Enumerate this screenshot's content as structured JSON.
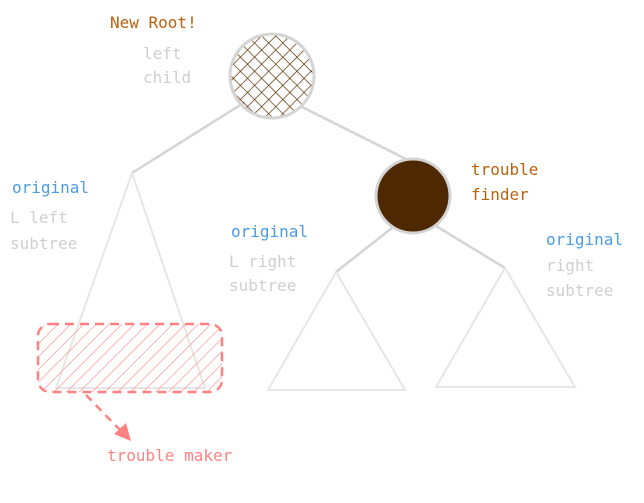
{
  "labels": {
    "new_root": "New Root!",
    "root_role_line1": "left",
    "root_role_line2": "child",
    "trouble_finder_line1": "trouble",
    "trouble_finder_line2": "finder",
    "left_original": "original",
    "left_sub_line1": "L left",
    "left_sub_line2": "subtree",
    "mid_original": "original",
    "mid_sub_line1": "L right",
    "mid_sub_line2": "subtree",
    "right_original": "original",
    "right_sub_line1": "right",
    "right_sub_line2": "subtree",
    "trouble_maker": "trouble maker"
  },
  "colors": {
    "accent_orange": "#b8620d",
    "node_brown": "#4d2800",
    "original_blue": "#4a9be8",
    "muted_gray": "#cfcfcf",
    "trouble_red": "#ff8282"
  }
}
